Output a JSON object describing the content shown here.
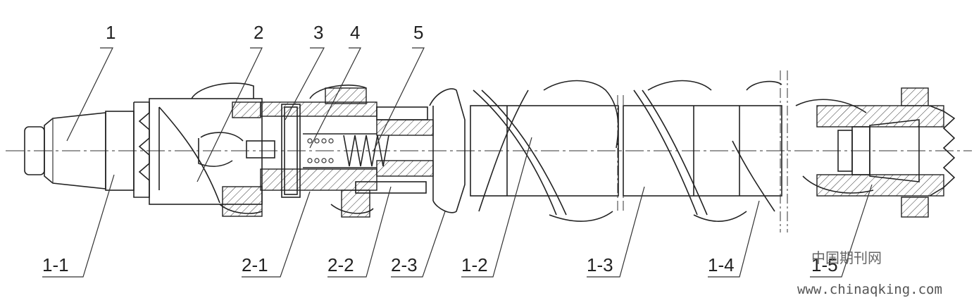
{
  "top_labels": [
    "1",
    "2",
    "3",
    "4",
    "5"
  ],
  "bottom_labels": [
    "1-1",
    "2-1",
    "2-2",
    "2-3",
    "1-2",
    "1-3",
    "1-4",
    "1-5"
  ],
  "watermark": {
    "cn": "中国期刊网",
    "url": "www.chinaqking.com"
  },
  "colors": {
    "line": "#222222",
    "background": "#ffffff"
  }
}
